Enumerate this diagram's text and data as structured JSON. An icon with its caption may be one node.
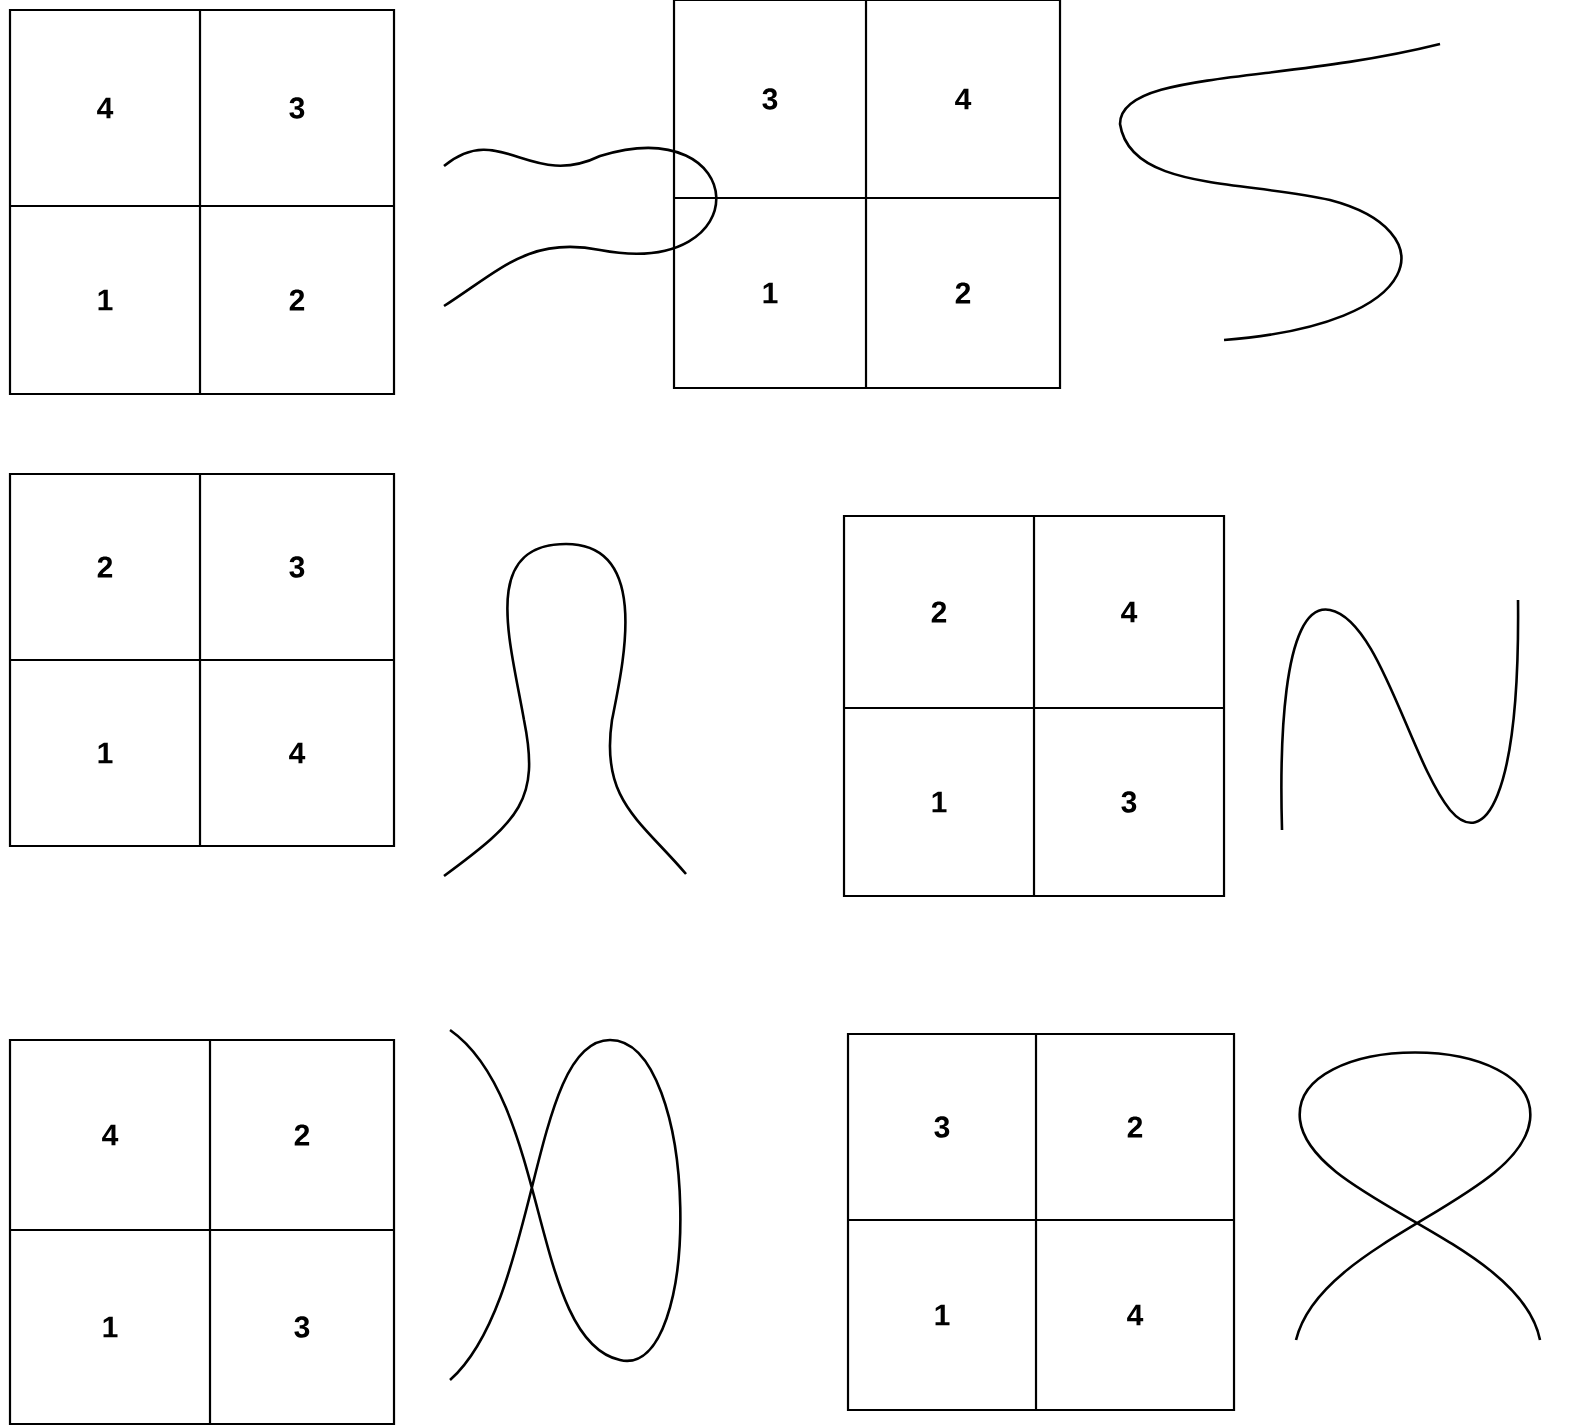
{
  "diagram": {
    "labels": [
      "4",
      "3",
      "1",
      "2",
      "3",
      "4",
      "1",
      "2",
      "2",
      "3",
      "1",
      "4",
      "2",
      "4",
      "1",
      "3",
      "4",
      "2",
      "1",
      "3",
      "3",
      "2",
      "1",
      "4"
    ]
  }
}
